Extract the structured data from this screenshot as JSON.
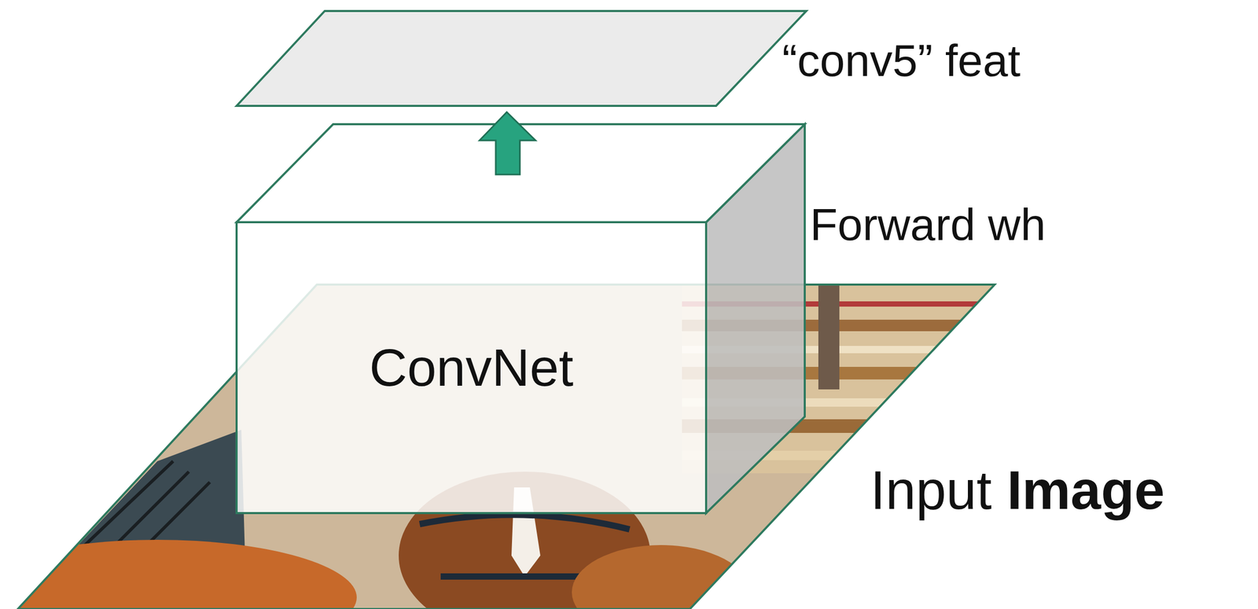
{
  "diagram": {
    "nodes": [
      {
        "text": [
          "ConvNet"
        ]
      }
    ],
    "labels": [
      "“conv5” feat",
      "Forward wh",
      "Input",
      "Image"
    ]
  }
}
